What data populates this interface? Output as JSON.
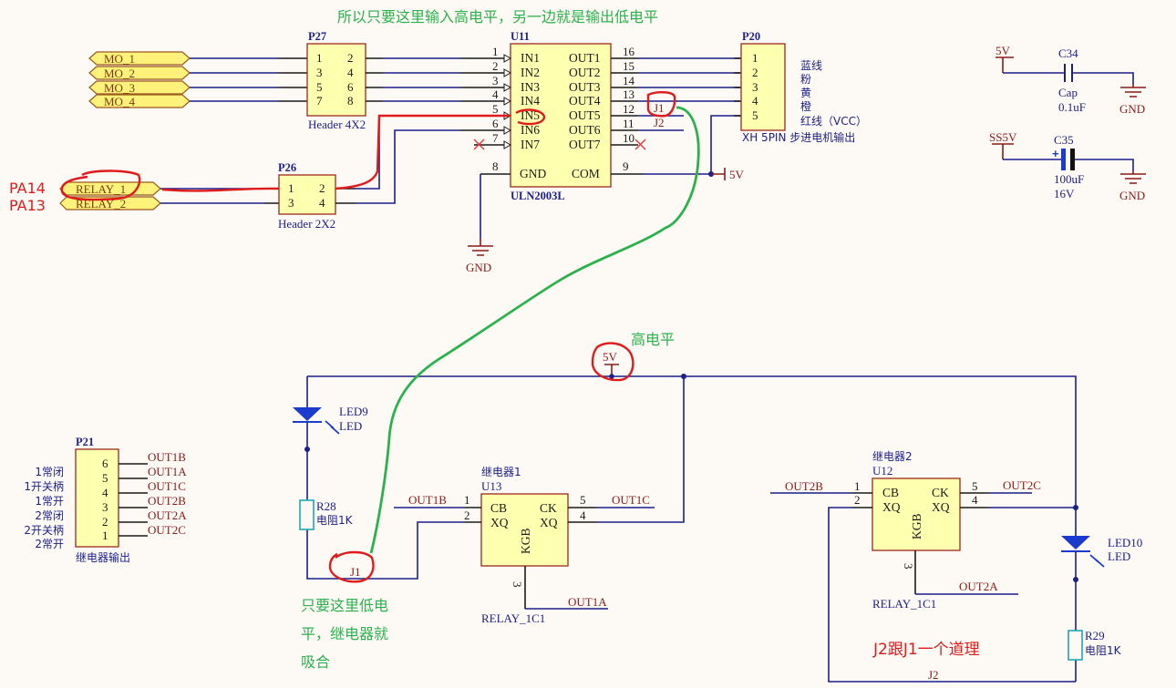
{
  "annotations": {
    "top_note": "所以只要这里输入高电平，另一边就是输出低电平",
    "high_level": "高电平",
    "low_note_lines": [
      "只要这里低电",
      "平，继电器就",
      "吸合"
    ],
    "j2_note": "J2跟J1一个道理",
    "pa14": "PA14",
    "pa13": "PA13"
  },
  "ports": {
    "mo": [
      "MO_1",
      "MO_2",
      "MO_3",
      "MO_4"
    ],
    "relay": [
      "RELAY_1",
      "RELAY_2"
    ]
  },
  "p27": {
    "designator": "P27",
    "comment": "Header 4X2",
    "pins_left": [
      "1",
      "3",
      "5",
      "7"
    ],
    "pins_right": [
      "2",
      "4",
      "6",
      "8"
    ]
  },
  "p26": {
    "designator": "P26",
    "comment": "Header 2X2",
    "pins_left": [
      "1",
      "3"
    ],
    "pins_right": [
      "2",
      "4"
    ]
  },
  "u11": {
    "designator": "U11",
    "comment": "ULN2003L",
    "inputs": [
      "IN1",
      "IN2",
      "IN3",
      "IN4",
      "IN5",
      "IN6",
      "IN7"
    ],
    "input_pins": [
      "1",
      "2",
      "3",
      "4",
      "5",
      "6",
      "7"
    ],
    "outputs": [
      "OUT1",
      "OUT2",
      "OUT3",
      "OUT4",
      "OUT5",
      "OUT6",
      "OUT7"
    ],
    "output_pins": [
      "16",
      "15",
      "14",
      "13",
      "12",
      "11",
      "10"
    ],
    "gnd": "GND",
    "gnd_pin": "8",
    "com": "COM",
    "com_pin": "9"
  },
  "u11_net_labels": {
    "j1": "J1",
    "j2": "J2",
    "vcc": "5V",
    "gnd": "GND"
  },
  "p20": {
    "designator": "P20",
    "comment": "XH 5PIN 步进电机输出",
    "pins": [
      "1",
      "2",
      "3",
      "4",
      "5"
    ],
    "wire_colors": [
      "蓝线",
      "粉",
      "黄",
      "橙",
      "红线（VCC）"
    ]
  },
  "c34": {
    "designator": "C34",
    "power": "5V",
    "type": "Cap",
    "value": "0.1uF",
    "gnd": "GND"
  },
  "c35": {
    "designator": "C35",
    "power": "SS5V",
    "value": "100uF",
    "voltage": "16V",
    "gnd": "GND",
    "polarity": "+"
  },
  "p21": {
    "designator": "P21",
    "comment": "继电器输出",
    "pins": [
      "6",
      "5",
      "4",
      "3",
      "2",
      "1"
    ],
    "nets": [
      "OUT1B",
      "OUT1A",
      "OUT1C",
      "OUT2B",
      "OUT2A",
      "OUT2C"
    ],
    "descriptions": [
      "1常闭",
      "1开关柄",
      "1常开",
      "2常闭",
      "2开关柄",
      "2常开"
    ]
  },
  "relay1": {
    "name": "继电器1",
    "designator": "U13",
    "comment": "RELAY_1C1",
    "pin_names": {
      "cb": "CB",
      "xq_l": "XQ",
      "ck": "CK",
      "xq_r": "XQ",
      "kgb": "KGB"
    },
    "pins": {
      "p1": "1",
      "p2": "2",
      "p3": "3",
      "p4": "4",
      "p5": "5"
    },
    "nets": {
      "cb": "OUT1B",
      "ck": "OUT1C",
      "kgb": "OUT1A"
    }
  },
  "relay2": {
    "name": "继电器2",
    "designator": "U12",
    "comment": "RELAY_1C1",
    "pin_names": {
      "cb": "CB",
      "xq_l": "XQ",
      "ck": "CK",
      "xq_r": "XQ",
      "kgb": "KGB"
    },
    "pins": {
      "p1": "1",
      "p2": "2",
      "p3": "3",
      "p4": "4",
      "p5": "5"
    },
    "nets": {
      "cb": "OUT2B",
      "ck": "OUT2C",
      "kgb": "OUT2A"
    }
  },
  "led9": {
    "designator": "LED9",
    "comment": "LED"
  },
  "led10": {
    "designator": "LED10",
    "comment": "LED"
  },
  "r28": {
    "designator": "R28",
    "comment": "电阻1K"
  },
  "r29": {
    "designator": "R29",
    "comment": "电阻1K"
  },
  "relay_section": {
    "vcc": "5V",
    "j1": "J1",
    "j2": "J2"
  }
}
